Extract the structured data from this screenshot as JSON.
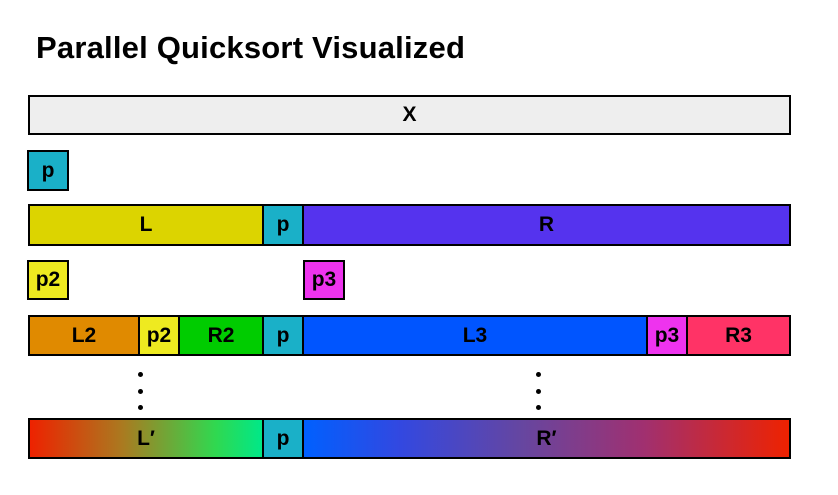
{
  "title": "Parallel Quicksort Visualized",
  "rows": {
    "x": "X",
    "pivot": "p",
    "level1": {
      "left": "L",
      "pivot": "p",
      "right": "R"
    },
    "pivots2": {
      "left": "p2",
      "right": "p3"
    },
    "level2": {
      "l2": "L2",
      "p2": "p2",
      "r2": "R2",
      "pivot": "p",
      "l3": "L3",
      "p3": "p3",
      "r3": "R3"
    },
    "final": {
      "left": "L′",
      "pivot": "p",
      "right": "R′"
    }
  },
  "colors": {
    "x": "#eeeeee",
    "pivot": "#1ab0c8",
    "left": "#dcd400",
    "right": "#5533ee",
    "p2": "#eeea20",
    "p3": "#ee33ee",
    "l2": "#e08a00",
    "r2": "#00cc00",
    "l3": "#0055ff",
    "r3": "#ff3366"
  }
}
